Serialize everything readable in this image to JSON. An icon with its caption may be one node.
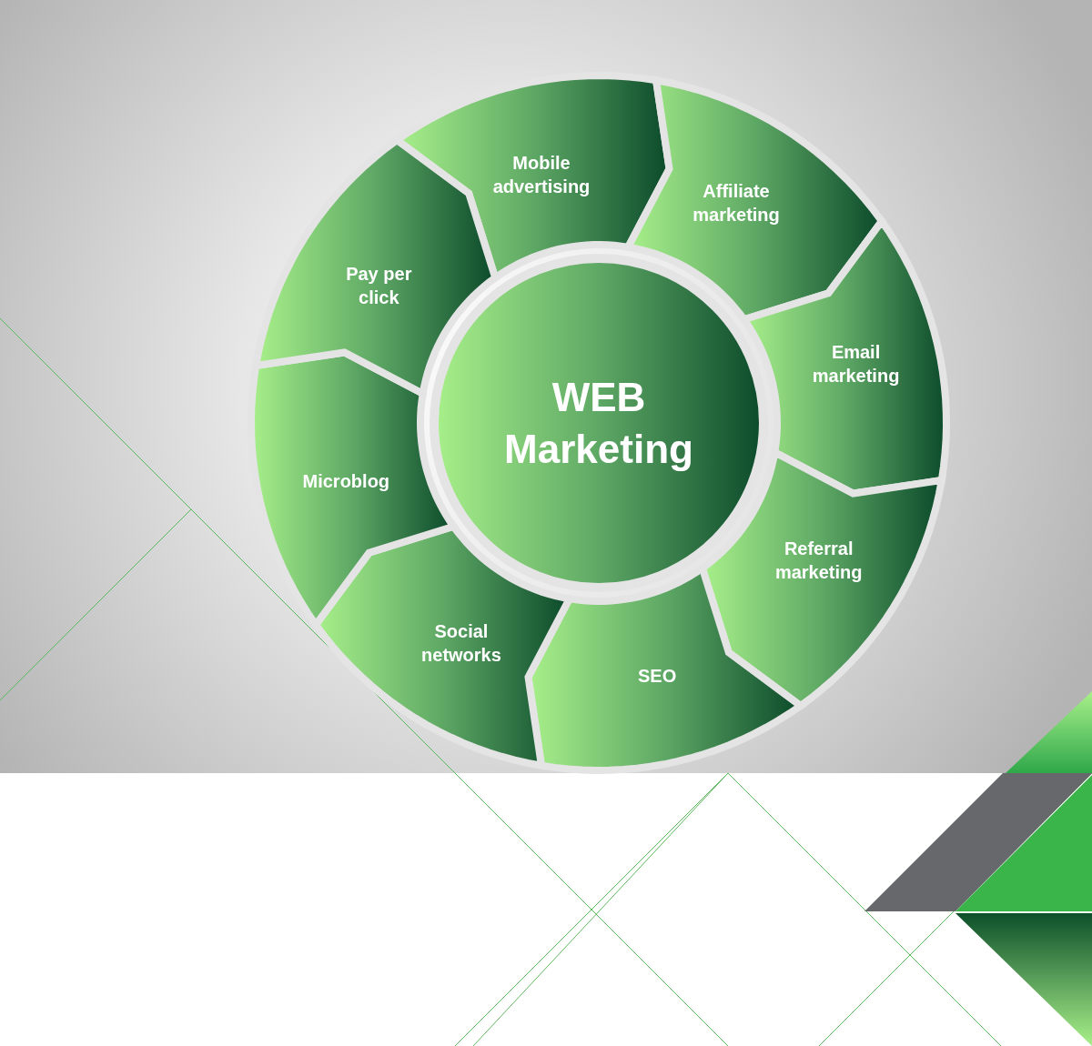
{
  "diagram": {
    "nodes": [
      {
        "text": [
          "WEB Marketing"
        ]
      },
      {
        "text": [
          "Mobile advertising"
        ]
      },
      {
        "text": [
          "Affiliate marketing"
        ]
      },
      {
        "text": [
          "Email marketing"
        ]
      },
      {
        "text": [
          "Referral marketing"
        ]
      },
      {
        "text": [
          "SEO"
        ]
      },
      {
        "text": [
          "Social networks"
        ]
      },
      {
        "text": [
          "Microblog"
        ]
      },
      {
        "text": [
          "Pay per click"
        ]
      }
    ]
  }
}
